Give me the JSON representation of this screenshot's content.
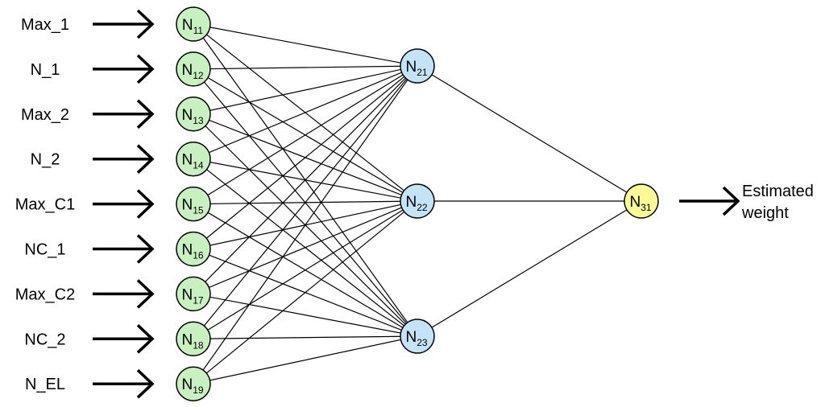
{
  "inputs": [
    {
      "label": "Max_1"
    },
    {
      "label": "N_1"
    },
    {
      "label": "Max_2"
    },
    {
      "label": "N_2"
    },
    {
      "label": "Max_C1"
    },
    {
      "label": "NC_1"
    },
    {
      "label": "Max_C2"
    },
    {
      "label": "NC_2"
    },
    {
      "label": "N_EL"
    }
  ],
  "layers": [
    {
      "name": "input-layer",
      "color": "#c8f0c0",
      "nodes": [
        {
          "base": "N",
          "sub": "11"
        },
        {
          "base": "N",
          "sub": "12"
        },
        {
          "base": "N",
          "sub": "13"
        },
        {
          "base": "N",
          "sub": "14"
        },
        {
          "base": "N",
          "sub": "15"
        },
        {
          "base": "N",
          "sub": "16"
        },
        {
          "base": "N",
          "sub": "17"
        },
        {
          "base": "N",
          "sub": "18"
        },
        {
          "base": "N",
          "sub": "19"
        }
      ]
    },
    {
      "name": "hidden-layer",
      "color": "#c5e3f7",
      "nodes": [
        {
          "base": "N",
          "sub": "21"
        },
        {
          "base": "N",
          "sub": "22"
        },
        {
          "base": "N",
          "sub": "23"
        }
      ]
    },
    {
      "name": "output-layer",
      "color": "#fafa96",
      "nodes": [
        {
          "base": "N",
          "sub": "31"
        }
      ]
    }
  ],
  "output": {
    "line1": "Estimated",
    "line2": "weight"
  },
  "colors": {
    "stroke": "#000000",
    "background": "#ffffff"
  }
}
